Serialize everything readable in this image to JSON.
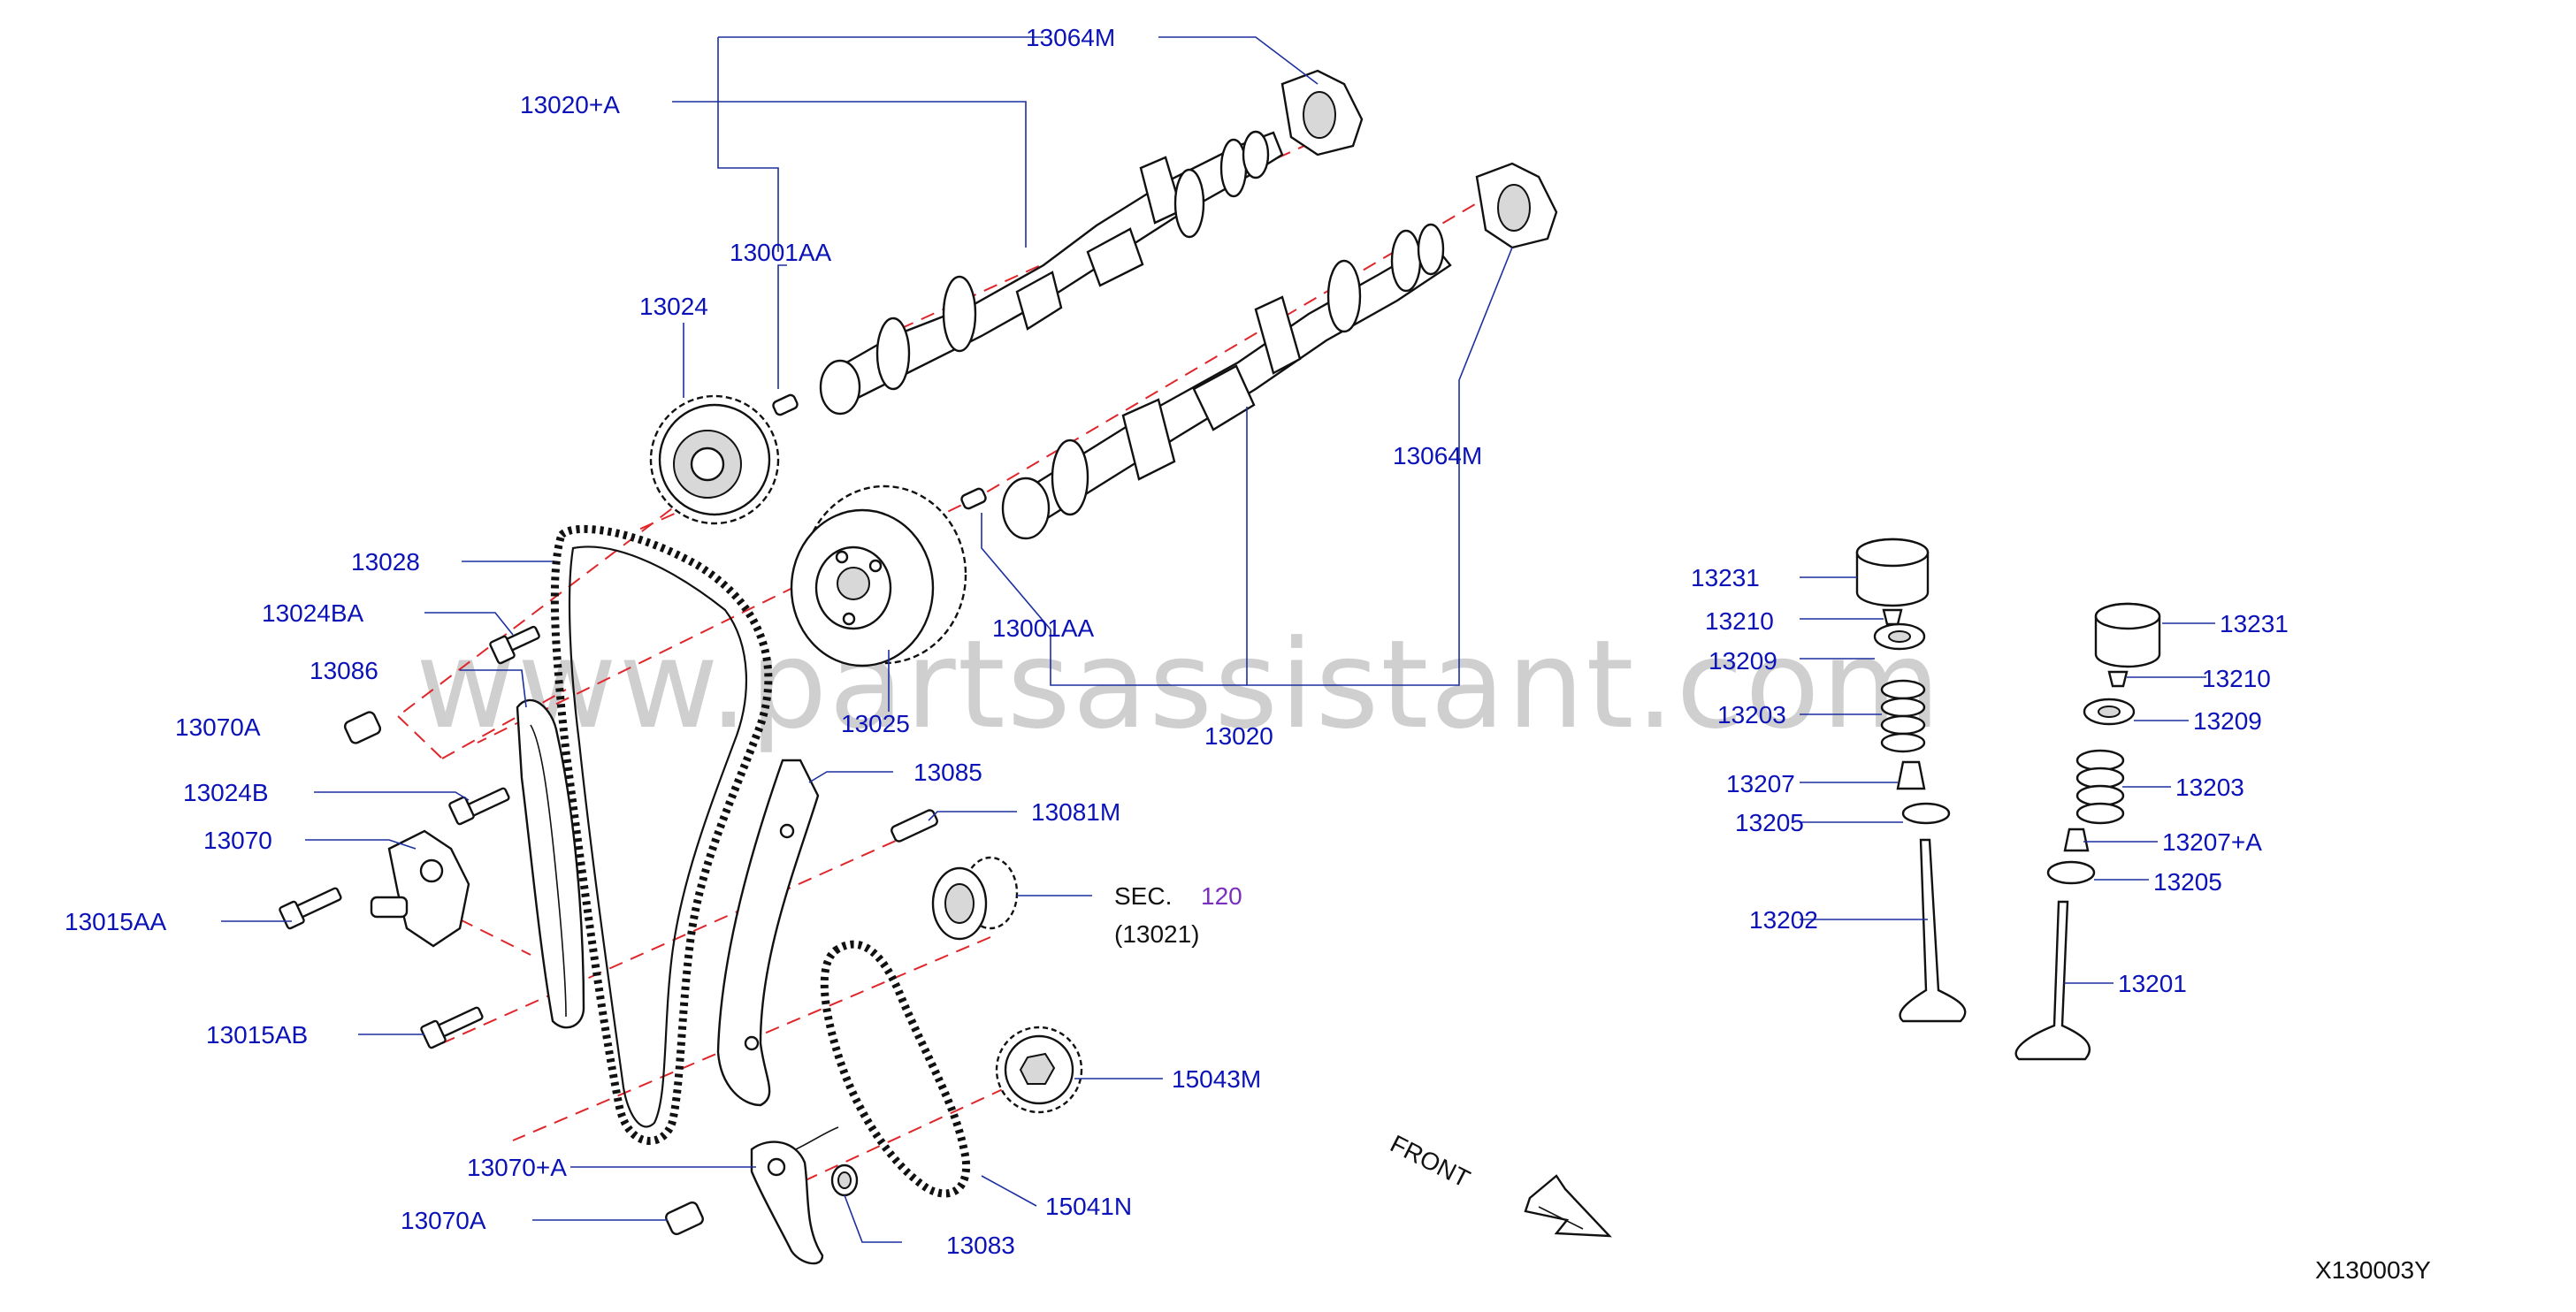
{
  "watermark": "www.partsassistant.com",
  "diagram_code": "X130003Y",
  "front_label": "FRONT",
  "sec_ref": {
    "prefix": "SEC.",
    "number": "120",
    "sub": "(13021)"
  },
  "callouts": {
    "c13064M_top": "13064M",
    "c13020A": "13020+A",
    "c13001AA_top": "13001AA",
    "c13024": "13024",
    "c13064M_right": "13064M",
    "c13028": "13028",
    "c13024BA": "13024BA",
    "c13086": "13086",
    "c13070A_left": "13070A",
    "c13025": "13025",
    "c13001AA_mid": "13001AA",
    "c13020": "13020",
    "c13085": "13085",
    "c13081M": "13081M",
    "c13024B": "13024B",
    "c13070": "13070",
    "c13015AA": "13015AA",
    "c13015AB": "13015AB",
    "c15043M": "15043M",
    "c13070plusA": "13070+A",
    "c13070A_bottom": "13070A",
    "c13083": "13083",
    "c15041N": "15041N",
    "c13231_left": "13231",
    "c13210_left": "13210",
    "c13209_left": "13209",
    "c13203_left": "13203",
    "c13207": "13207",
    "c13205_left": "13205",
    "c13202": "13202",
    "c13231_right": "13231",
    "c13210_right": "13210",
    "c13209_right": "13209",
    "c13203_right": "13203",
    "c13207A": "13207+A",
    "c13205_right": "13205",
    "c13201": "13201"
  }
}
